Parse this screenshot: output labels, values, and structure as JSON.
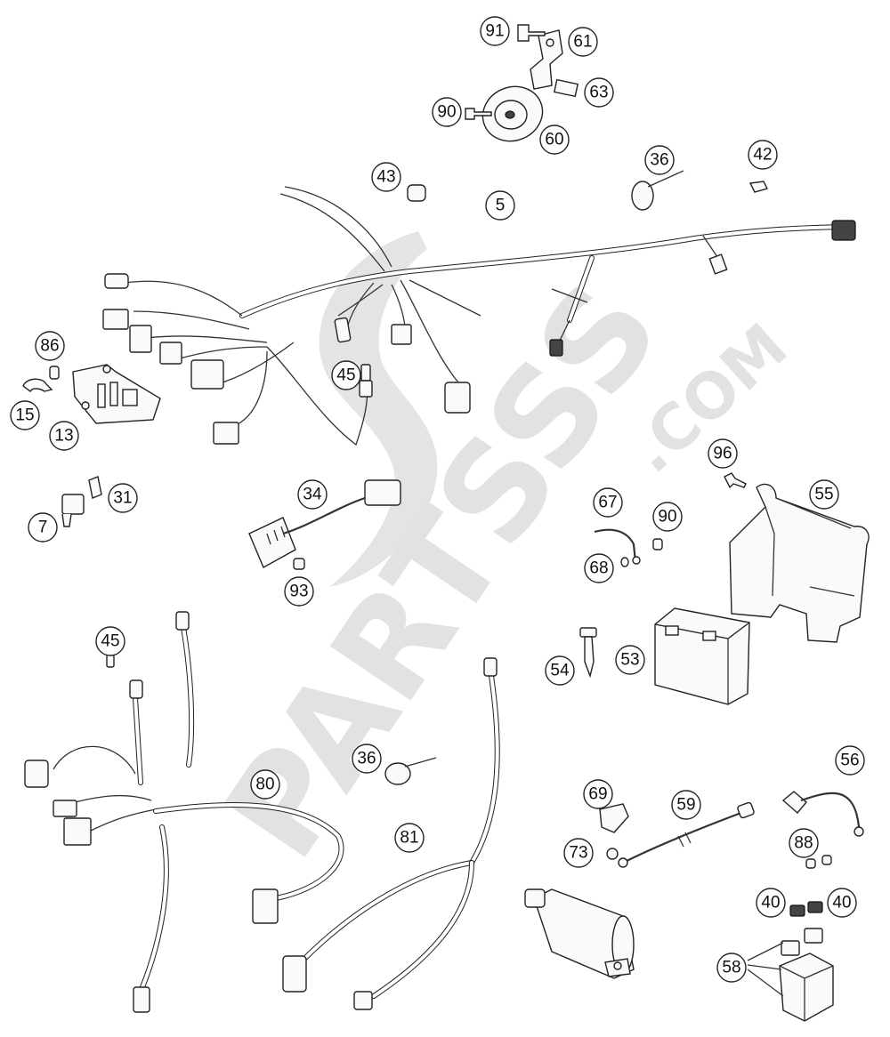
{
  "watermark": {
    "brand": "PARTSSS",
    "domain": ".COM"
  },
  "callouts": [
    {
      "id": "c91",
      "label": "91"
    },
    {
      "id": "c61",
      "label": "61"
    },
    {
      "id": "c63",
      "label": "63"
    },
    {
      "id": "c90a",
      "label": "90"
    },
    {
      "id": "c60",
      "label": "60"
    },
    {
      "id": "c43",
      "label": "43"
    },
    {
      "id": "c36a",
      "label": "36"
    },
    {
      "id": "c42",
      "label": "42"
    },
    {
      "id": "c5",
      "label": "5"
    },
    {
      "id": "c86",
      "label": "86"
    },
    {
      "id": "c15",
      "label": "15"
    },
    {
      "id": "c13",
      "label": "13"
    },
    {
      "id": "c45a",
      "label": "45"
    },
    {
      "id": "c7",
      "label": "7"
    },
    {
      "id": "c31",
      "label": "31"
    },
    {
      "id": "c34",
      "label": "34"
    },
    {
      "id": "c93",
      "label": "93"
    },
    {
      "id": "c96",
      "label": "96"
    },
    {
      "id": "c55",
      "label": "55"
    },
    {
      "id": "c67",
      "label": "67"
    },
    {
      "id": "c90b",
      "label": "90"
    },
    {
      "id": "c68",
      "label": "68"
    },
    {
      "id": "c45b",
      "label": "45"
    },
    {
      "id": "c54",
      "label": "54"
    },
    {
      "id": "c53",
      "label": "53"
    },
    {
      "id": "c36b",
      "label": "36"
    },
    {
      "id": "c80",
      "label": "80"
    },
    {
      "id": "c56",
      "label": "56"
    },
    {
      "id": "c69",
      "label": "69"
    },
    {
      "id": "c59",
      "label": "59"
    },
    {
      "id": "c81",
      "label": "81"
    },
    {
      "id": "c73",
      "label": "73"
    },
    {
      "id": "c88",
      "label": "88"
    },
    {
      "id": "c40a",
      "label": "40"
    },
    {
      "id": "c40b",
      "label": "40"
    },
    {
      "id": "c58",
      "label": "58"
    }
  ]
}
